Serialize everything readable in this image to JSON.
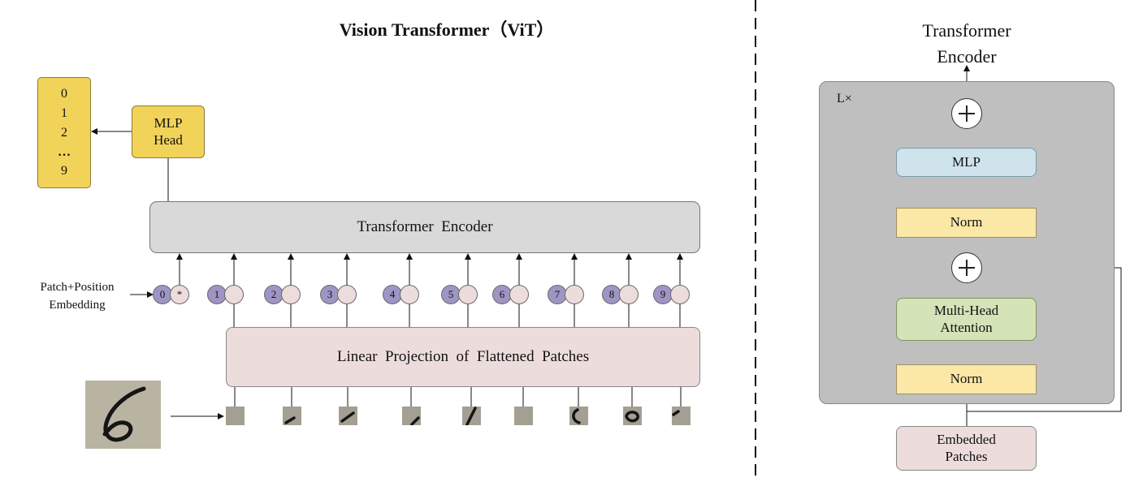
{
  "left": {
    "title": "Vision Transformer（ViT）",
    "output_classes": [
      "0",
      "1",
      "2",
      "…",
      "9"
    ],
    "mlp_head": [
      "MLP",
      "Head"
    ],
    "transformer_encoder": "Transformer  Encoder",
    "embedding_label": [
      "Patch+Position",
      "Embedding"
    ],
    "position_indices": [
      "0",
      "1",
      "2",
      "3",
      "4",
      "5",
      "6",
      "7",
      "8",
      "9"
    ],
    "class_token": "*",
    "linear_projection": "Linear  Projection  of  Flattened  Patches",
    "input_image_icon": "handwritten-digit-6"
  },
  "right": {
    "title": [
      "Transformer",
      "Encoder"
    ],
    "repeat_label": "L×",
    "mlp": "MLP",
    "norm_top": "Norm",
    "attention": [
      "Multi-Head",
      "Attention"
    ],
    "norm_bottom": "Norm",
    "embedded_patches": [
      "Embedded",
      "Patches"
    ]
  },
  "colors": {
    "yellow": "#f2d35a",
    "grey_box": "#d9d9d9",
    "purple_circle": "#9e95c4",
    "pink_circle": "#ecdcdc",
    "pink_box": "#ecdcdc",
    "encoder_panel": "#bfbfbf",
    "mlp_blue": "#cfe3ec",
    "norm_yellow": "#fbe7a6",
    "attention_green": "#d4e3b8"
  }
}
